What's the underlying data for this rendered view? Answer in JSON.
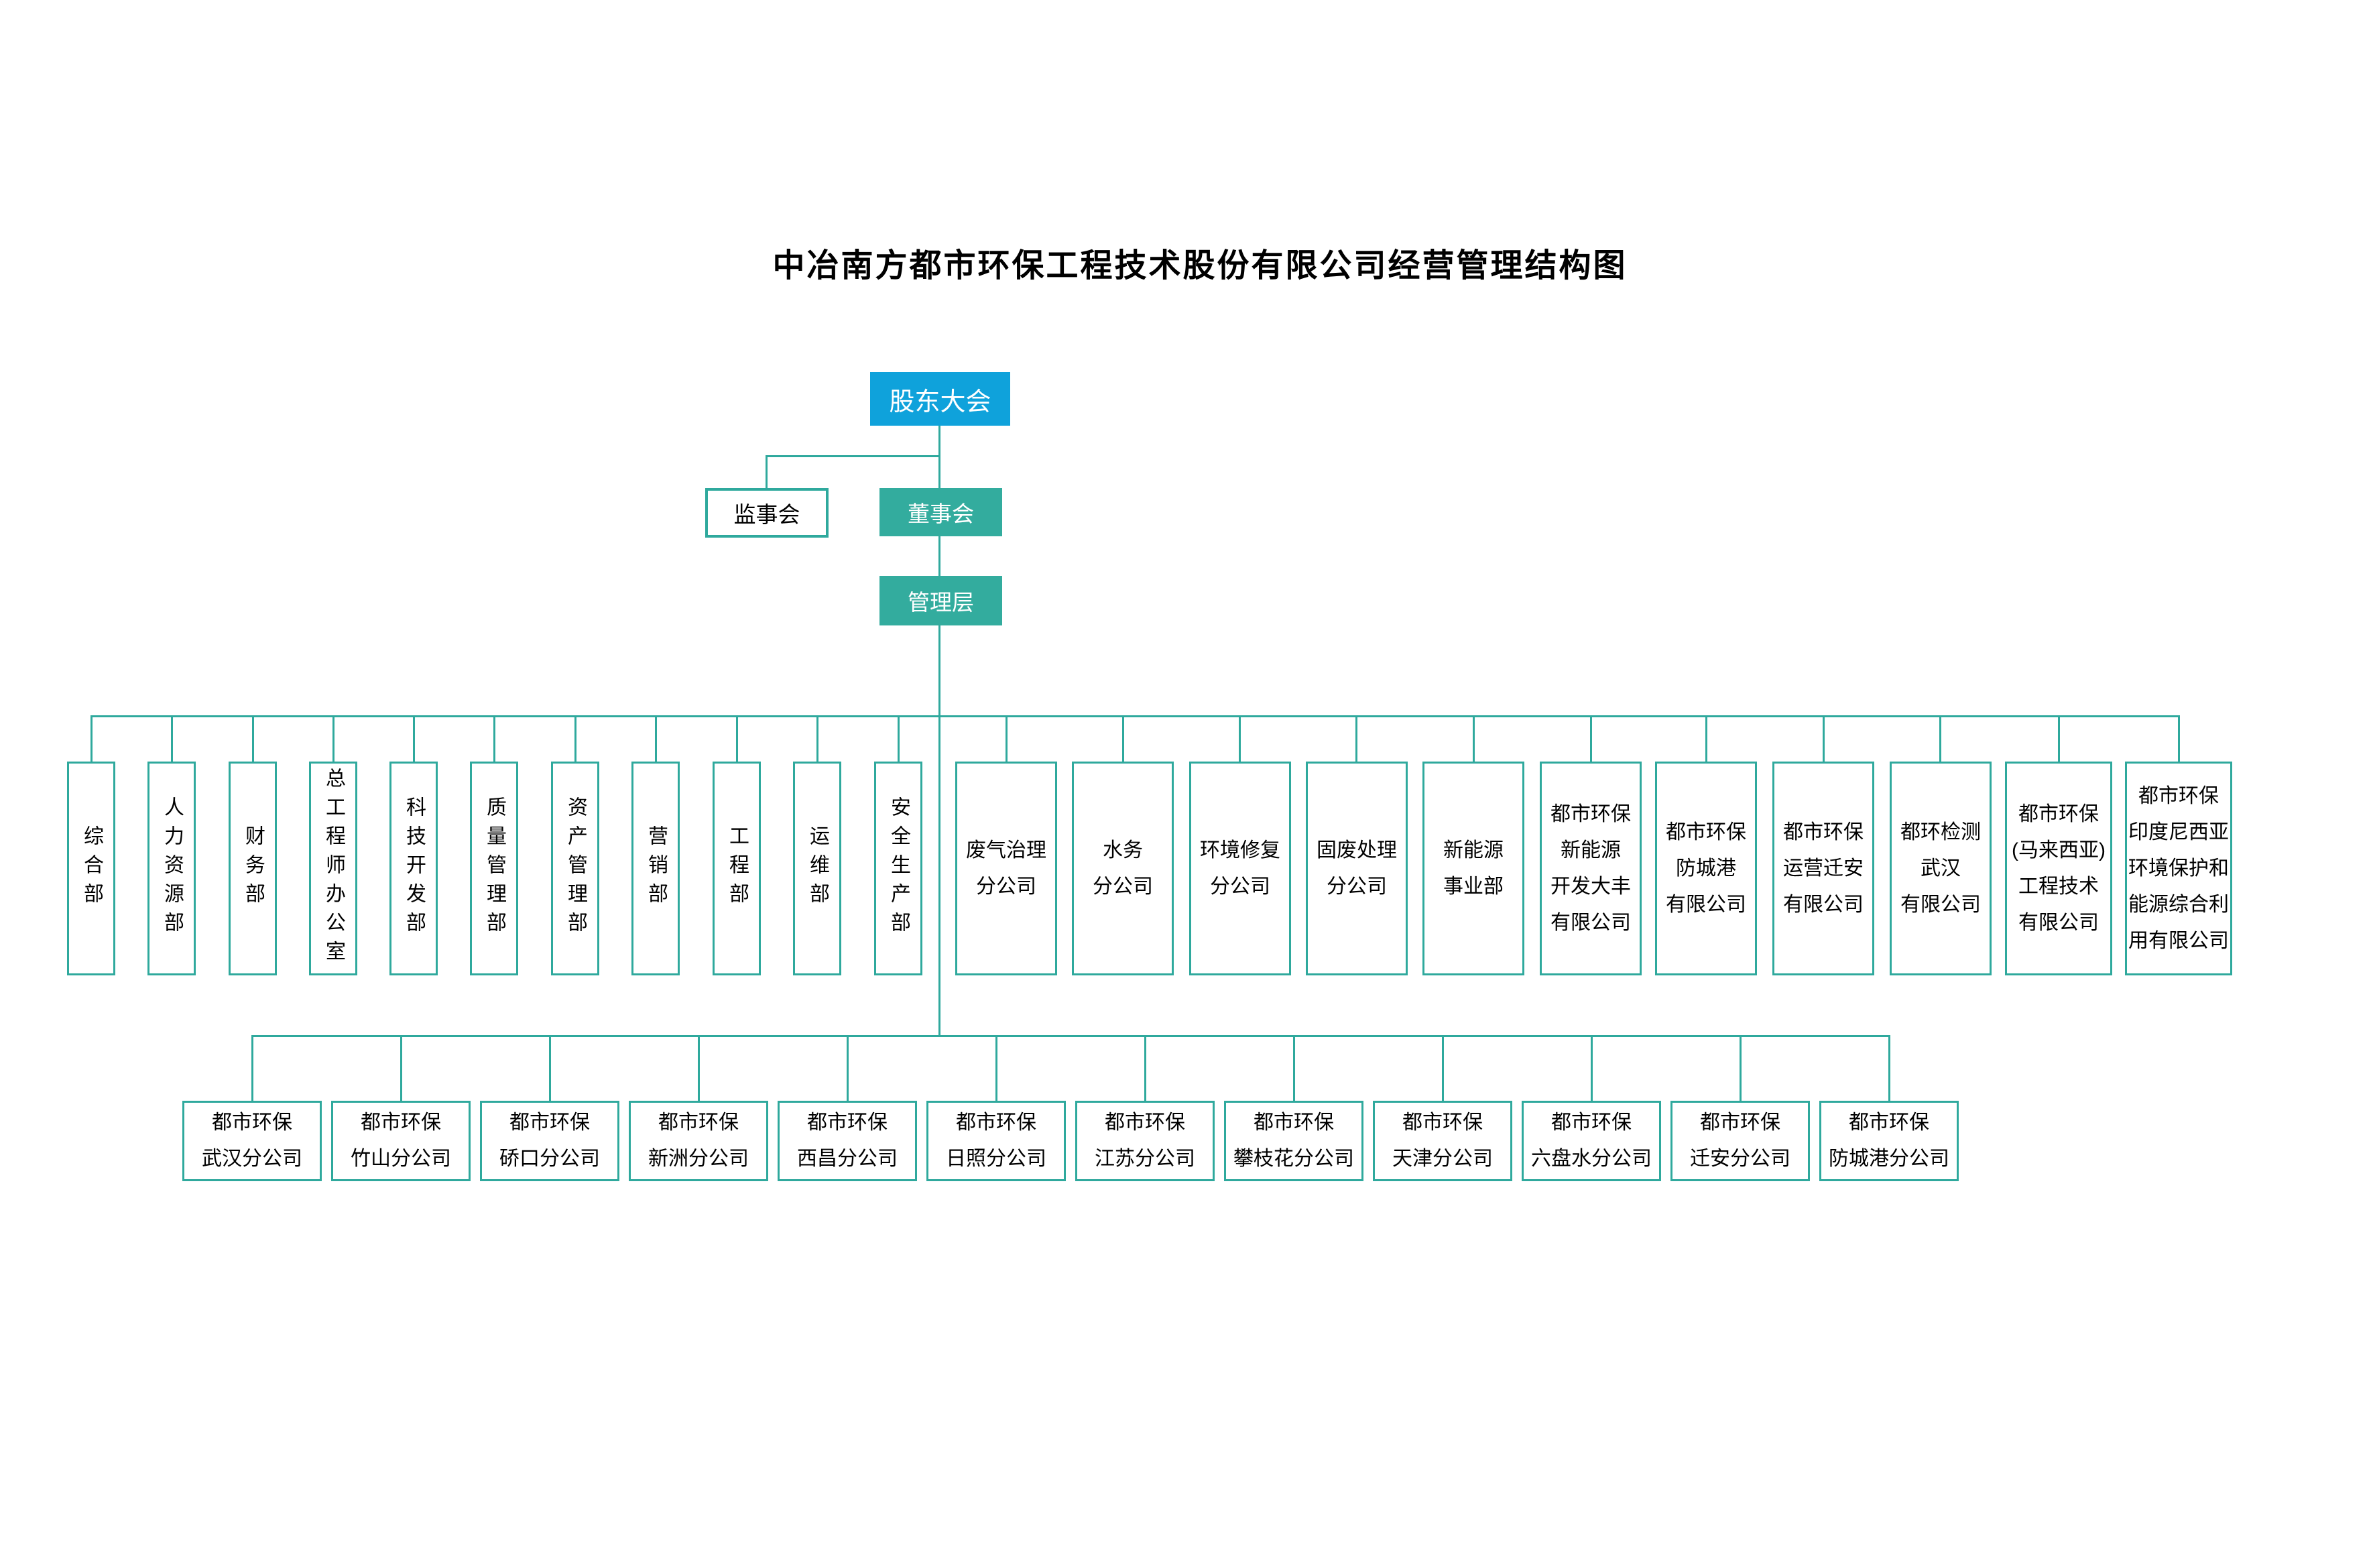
{
  "title": "中冶南方都市环保工程技术股份有限公司经营管理结构图",
  "colors": {
    "primary_blue": "#0FA2DB",
    "teal_fill": "#33AC9E",
    "line_teal": "#2FA99D",
    "text_dark": "#000000",
    "text_light": "#FFFFFF"
  },
  "governance": {
    "shareholders_label": "股东大会",
    "supervisory_label": "监事会",
    "board_label": "董事会",
    "management_label": "管理层"
  },
  "departments": [
    {
      "label": "综合部"
    },
    {
      "label": "人力资源部"
    },
    {
      "label": "财务部"
    },
    {
      "label": "总工程师办公室"
    },
    {
      "label": "科技开发部"
    },
    {
      "label": "质量管理部"
    },
    {
      "label": "资产管理部"
    },
    {
      "label": "营销部"
    },
    {
      "label": "工程部"
    },
    {
      "label": "运维部"
    },
    {
      "label": "安全生产部"
    }
  ],
  "business_units": [
    {
      "label": "废气治理\n分公司"
    },
    {
      "label": "水务\n分公司"
    },
    {
      "label": "环境修复\n分公司"
    },
    {
      "label": "固废处理\n分公司"
    },
    {
      "label": "新能源\n事业部"
    },
    {
      "label": "都市环保\n新能源\n开发大丰\n有限公司"
    },
    {
      "label": "都市环保\n防城港\n有限公司"
    },
    {
      "label": "都市环保\n运营迁安\n有限公司"
    },
    {
      "label": "都环检测\n武汉\n有限公司"
    },
    {
      "label": "都市环保\n(马来西亚)\n工程技术\n有限公司"
    },
    {
      "label": "都市环保\n印度尼西亚\n环境保护和\n能源综合利\n用有限公司"
    }
  ],
  "branch_offices": [
    {
      "label": "都市环保\n武汉分公司"
    },
    {
      "label": "都市环保\n竹山分公司"
    },
    {
      "label": "都市环保\n硚口分公司"
    },
    {
      "label": "都市环保\n新洲分公司"
    },
    {
      "label": "都市环保\n西昌分公司"
    },
    {
      "label": "都市环保\n日照分公司"
    },
    {
      "label": "都市环保\n江苏分公司"
    },
    {
      "label": "都市环保\n攀枝花分公司"
    },
    {
      "label": "都市环保\n天津分公司"
    },
    {
      "label": "都市环保\n六盘水分公司"
    },
    {
      "label": "都市环保\n迁安分公司"
    },
    {
      "label": "都市环保\n防城港分公司"
    }
  ]
}
